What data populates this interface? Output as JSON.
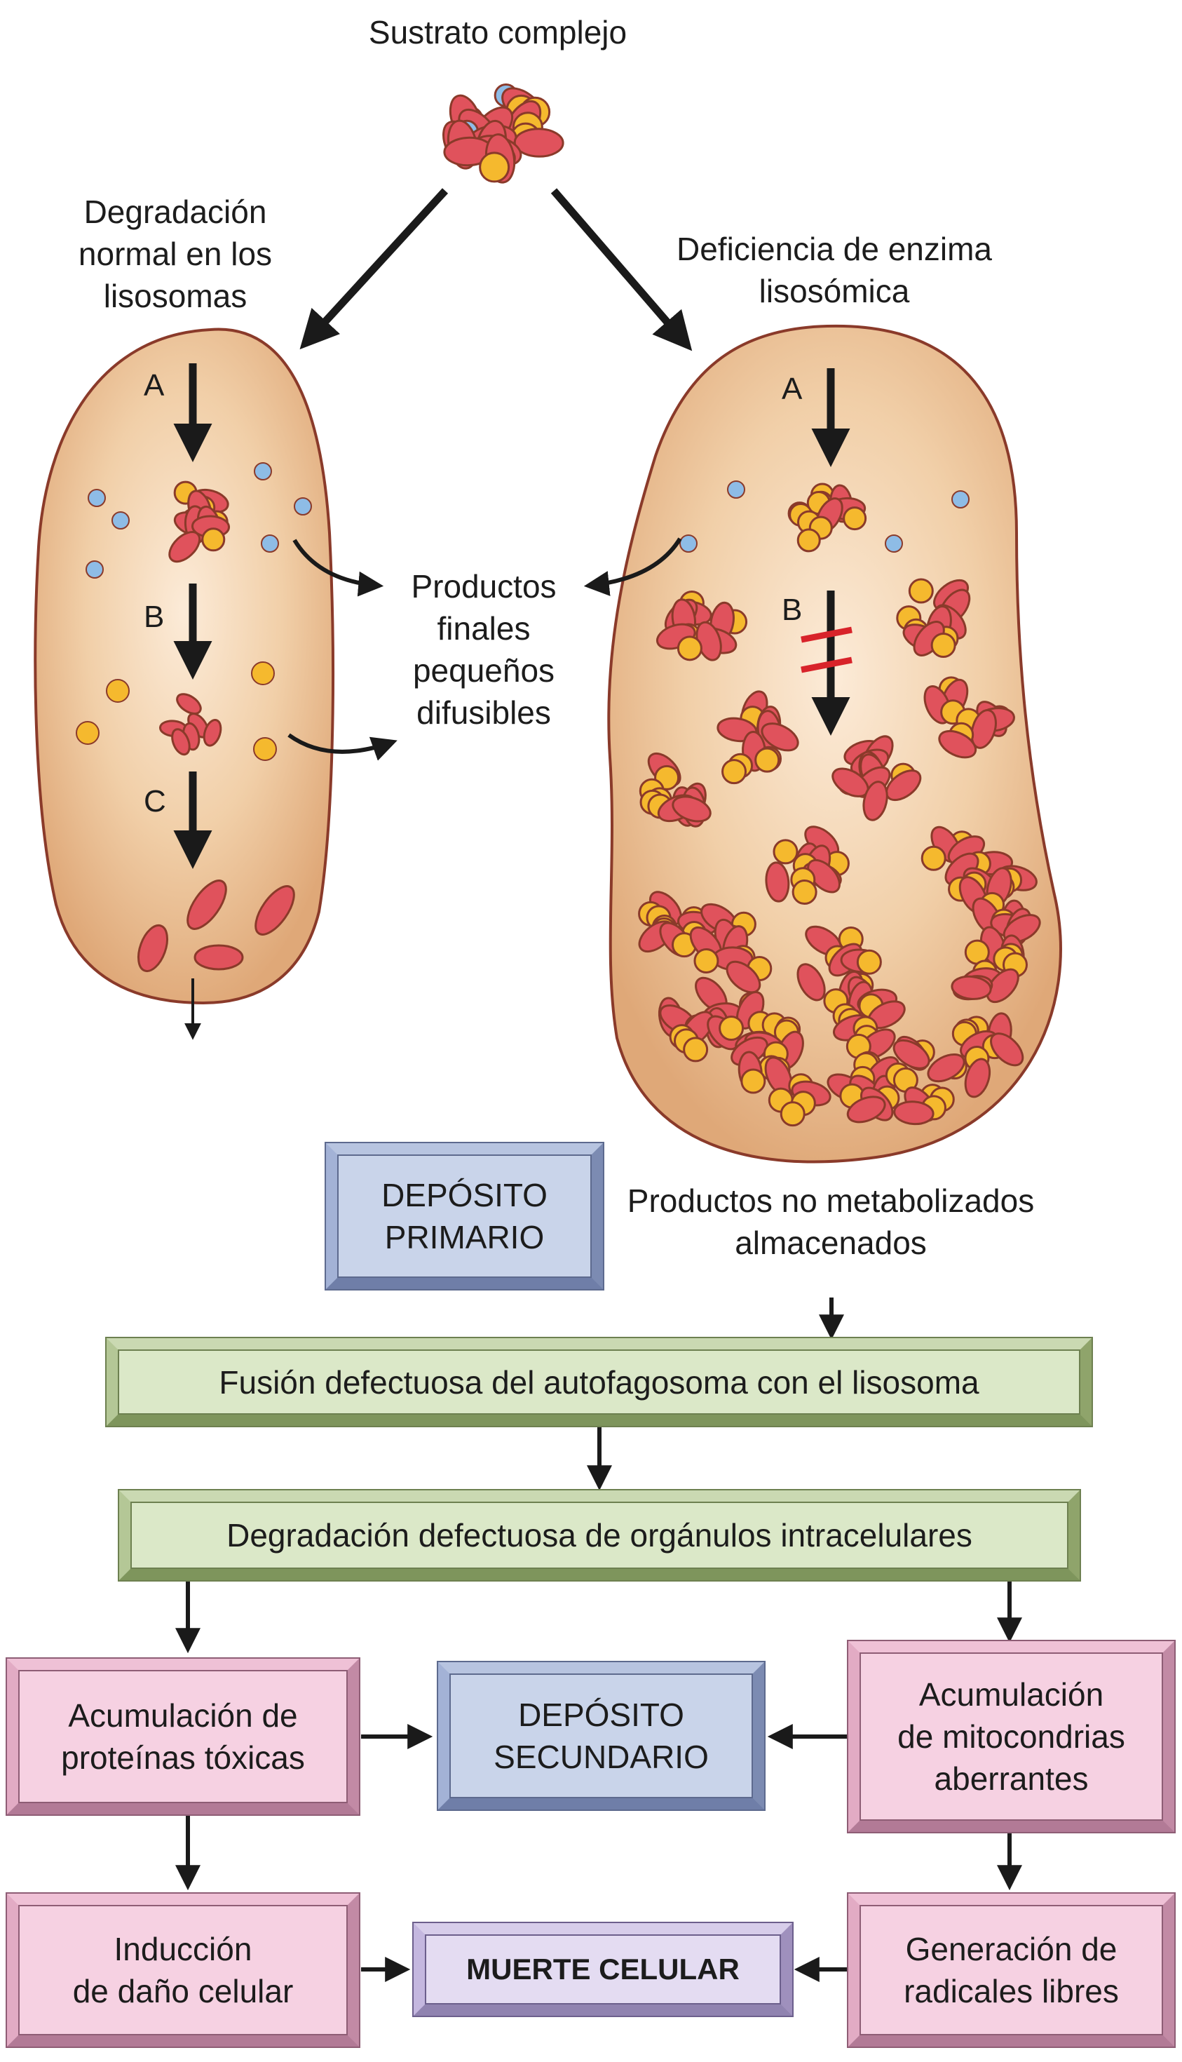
{
  "substrate": {
    "label": "Sustrato complejo"
  },
  "normal": {
    "label": "Degradación\nnormal en los\nlisosomas"
  },
  "deficiency": {
    "label": "Deficiencia de enzima\nlisosómica"
  },
  "products": {
    "label": "Productos\nfinales\npequeños\ndifusibles"
  },
  "steps": {
    "a": "A",
    "b": "B",
    "c": "C"
  },
  "stored": {
    "label": "Productos no metabolizados\nalmacenados"
  },
  "boxes": {
    "primary": "DEPÓSITO\nPRIMARIO",
    "fusion": "Fusión defectuosa del autofagosoma con el lisosoma",
    "degradation": "Degradación defectuosa de orgánulos intracelulares",
    "toxic": "Acumulación de\nproteínas tóxicas",
    "secondary": "DEPÓSITO\nSECUNDARIO",
    "mito": "Acumulación\nde mitocondrias\naberrantes",
    "damage": "Inducción\nde daño celular",
    "death": "MUERTE CELULAR",
    "radicals": "Generación de\nradicales libres"
  },
  "colors": {
    "lysosome": "#ecc39c",
    "particle_red": "#e0525c",
    "particle_yellow": "#f5b92e",
    "particle_blue": "#8ebce6",
    "outline": "#8a3a2a",
    "block_mark": "#d8232a"
  }
}
